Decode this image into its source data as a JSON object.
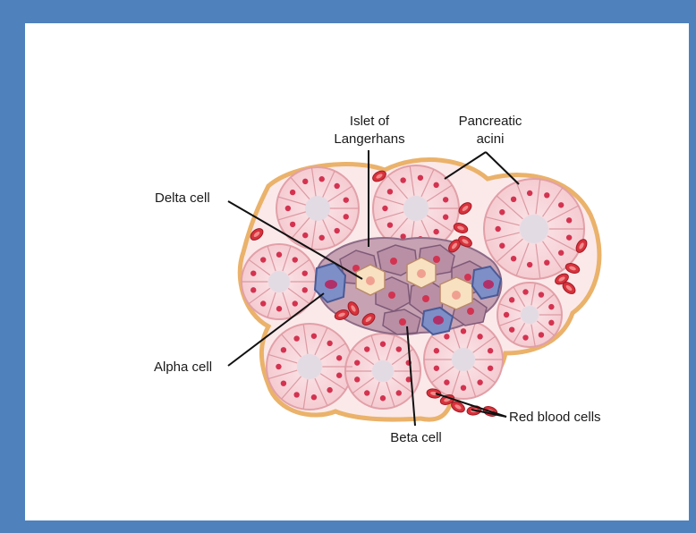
{
  "labels": {
    "islet_line1": "Islet of",
    "islet_line2": "Langerhans",
    "acini_line1": "Pancreatic",
    "acini_line2": "acini",
    "delta": "Delta cell",
    "alpha": "Alpha cell",
    "beta": "Beta cell",
    "rbc": "Red blood cells"
  },
  "colors": {
    "frame": "#4f81bd",
    "acinar_cell": "#f7d3d8",
    "acinar_outline": "#d9959e",
    "nucleus": "#d33350",
    "capsule": "#f3c27a",
    "islet_cell": "#b894a8",
    "alpha_cell": "#7e8fc8",
    "delta_cell": "#f7e0bd",
    "rbc": "#d8323c"
  }
}
